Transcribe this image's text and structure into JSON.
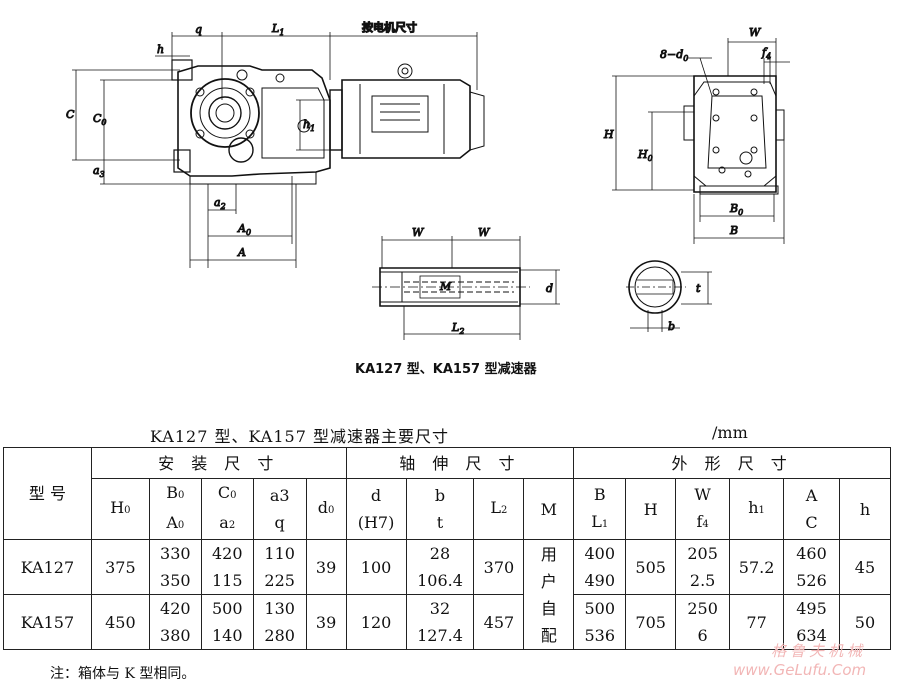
{
  "drawing": {
    "front_labels": {
      "h": "h",
      "q": "q",
      "L1": "L",
      "L1_sub": "1",
      "motor": "按电机尺寸",
      "C": "C",
      "C0": "C",
      "C0_sub": "0",
      "h1": "h",
      "h1_sub": "1",
      "a3": "a",
      "a3_sub": "3",
      "a2": "a",
      "a2_sub": "2",
      "A0": "A",
      "A0_sub": "0",
      "A": "A"
    },
    "side_labels": {
      "W": "W",
      "d0": "8−d",
      "d0_sub": "0",
      "f4": "f",
      "f4_sub": "4",
      "H": "H",
      "H0": "H",
      "H0_sub": "0",
      "B0": "B",
      "B0_sub": "0",
      "B": "B"
    },
    "shaft_labels": {
      "W1": "W",
      "W2": "W",
      "M": "M",
      "d": "d",
      "L2": "L",
      "L2_sub": "2"
    },
    "key_labels": {
      "t": "t",
      "b": "b"
    },
    "caption": "KA127 型、KA157 型减速器"
  },
  "table": {
    "title": "KA127 型、KA157 型减速器主要尺寸",
    "unit": "/mm",
    "groups": {
      "model": "型 号",
      "install": "安 装 尺 寸",
      "shaft": "轴 伸 尺 寸",
      "outline": "外 形 尺 寸"
    },
    "cols": {
      "H0": "H",
      "H0_sub": "0",
      "B0": "B",
      "B0_sub": "0",
      "A0": "A",
      "A0_sub": "0",
      "C0": "C",
      "C0_sub": "0",
      "a2": "a",
      "a2_sub": "2",
      "a3": "a3",
      "q": "q",
      "d0": "d",
      "d0_sub": "0",
      "d": "d",
      "H7": "(H7)",
      "b": "b",
      "t": "t",
      "L2": "L",
      "L2_sub": "2",
      "M": "M",
      "B": "B",
      "L1": "L",
      "L1_sub": "1",
      "H": "H",
      "W": "W",
      "f4": "f",
      "f4_sub": "4",
      "h1": "h",
      "h1_sub": "1",
      "A": "A",
      "C": "C",
      "h": "h"
    },
    "rows": [
      {
        "model": "KA127",
        "H0": "375",
        "B0": "330",
        "A0": "350",
        "C0": "420",
        "a2": "115",
        "a3": "110",
        "q": "225",
        "d0": "39",
        "d": "100",
        "b": "28",
        "t": "106.4",
        "L2": "370",
        "B": "400",
        "L1": "490",
        "H": "505",
        "W": "205",
        "f4": "2.5",
        "h1": "57.2",
        "A": "460",
        "C": "526",
        "h": "45"
      },
      {
        "model": "KA157",
        "H0": "450",
        "B0": "420",
        "A0": "380",
        "C0": "500",
        "a2": "140",
        "a3": "130",
        "q": "280",
        "d0": "39",
        "d": "120",
        "b": "32",
        "t": "127.4",
        "L2": "457",
        "B": "500",
        "L1": "536",
        "H": "705",
        "W": "250",
        "f4": "6",
        "h1": "77",
        "A": "495",
        "C": "634",
        "h": "50"
      }
    ],
    "M_value": [
      "用",
      "户",
      "自",
      "配"
    ]
  },
  "note": "注：箱体与 K 型相同。",
  "watermark": {
    "line1": "格鲁夫机械",
    "line2": "www.GeLufu.Com"
  }
}
